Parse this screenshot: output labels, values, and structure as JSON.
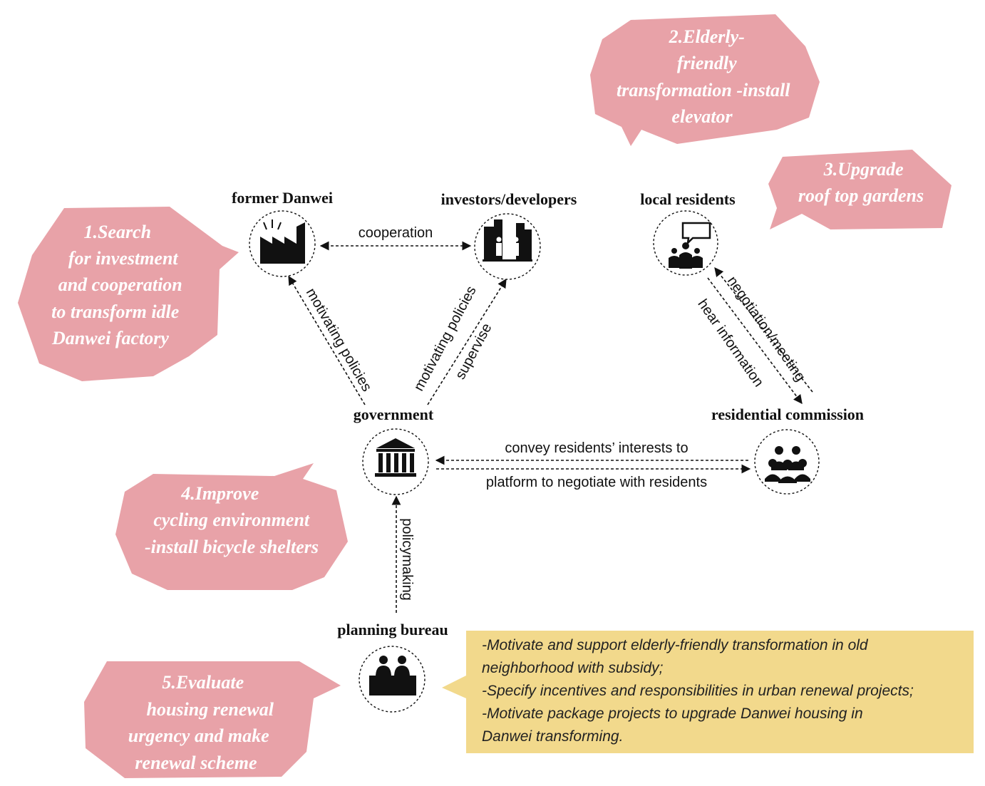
{
  "actors": {
    "former_danwei": "former Danwei",
    "investors": "investors/developers",
    "local_residents": "local residents",
    "government": "government",
    "residential_commission": "residential commission",
    "planning_bureau": "planning bureau"
  },
  "relations": {
    "cooperation": "cooperation",
    "motivating_policies_left": "motivating policies",
    "motivating_policies_right": "motivating policies",
    "supervise": "supervise",
    "negotiation_meeting": "negotiation/meeting",
    "hear_information": "hear information",
    "convey_interests": "convey residents’ interests to",
    "platform_negotiate": "platform to negotiate with residents",
    "policymaking": "policymaking"
  },
  "bubbles": [
    {
      "lines": [
        "1.Search",
        "for investment",
        "and cooperation",
        "to transform idle",
        "Danwei factory"
      ]
    },
    {
      "lines": [
        "2.Elderly-",
        "friendly",
        "transformation -install",
        "elevator"
      ]
    },
    {
      "lines": [
        "3.Upgrade",
        "roof top gardens"
      ]
    },
    {
      "lines": [
        "4.Improve",
        "cycling environment",
        "-install bicycle shelters"
      ]
    },
    {
      "lines": [
        "5.Evaluate",
        "housing renewal",
        "urgency and make",
        "renewal scheme"
      ]
    }
  ],
  "note": {
    "lines": [
      "-Motivate and support elderly-friendly transformation in old",
      "neighborhood with subsidy;",
      "-Specify incentives and responsibilities in urban renewal projects;",
      "-Motivate package projects to upgrade Danwei housing in",
      "Danwei transforming."
    ]
  },
  "icons": {
    "former_danwei": "factory-icon",
    "investors": "investors-buildings-icon",
    "local_residents": "residents-speech-icon",
    "government": "government-building-icon",
    "residential_commission": "community-group-icon",
    "planning_bureau": "planners-desk-icon"
  },
  "colors": {
    "bubble": "#e8a2a8",
    "note": "#f2d98c",
    "ink": "#111111"
  }
}
